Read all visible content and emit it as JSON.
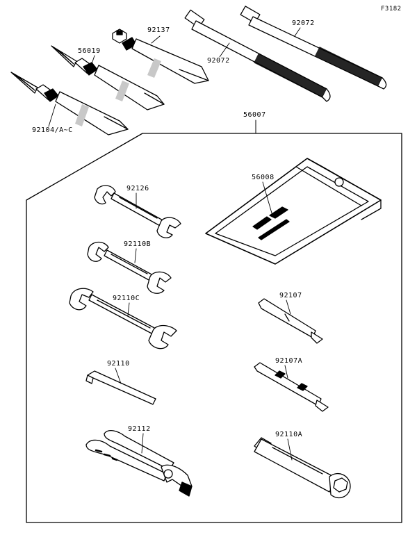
{
  "figure_number": "F3182",
  "parts": {
    "sealant_92137": "92137",
    "sealant_56019": "56019",
    "sealant_92104": "92104/A~C",
    "band_left": "92072",
    "band_right": "92072",
    "tool_kit": "56007",
    "pouch": "56008",
    "wrench_92126": "92126",
    "wrench_92110b": "92110B",
    "wrench_92110c": "92110C",
    "hex_wrench": "92110",
    "pliers": "92112",
    "screwdriver": "92107",
    "screwdriver_grip": "92107A",
    "plug_wrench": "92110A"
  },
  "colors": {
    "ink": "#000000",
    "paper": "#ffffff",
    "shade": "#bdbdbd"
  }
}
